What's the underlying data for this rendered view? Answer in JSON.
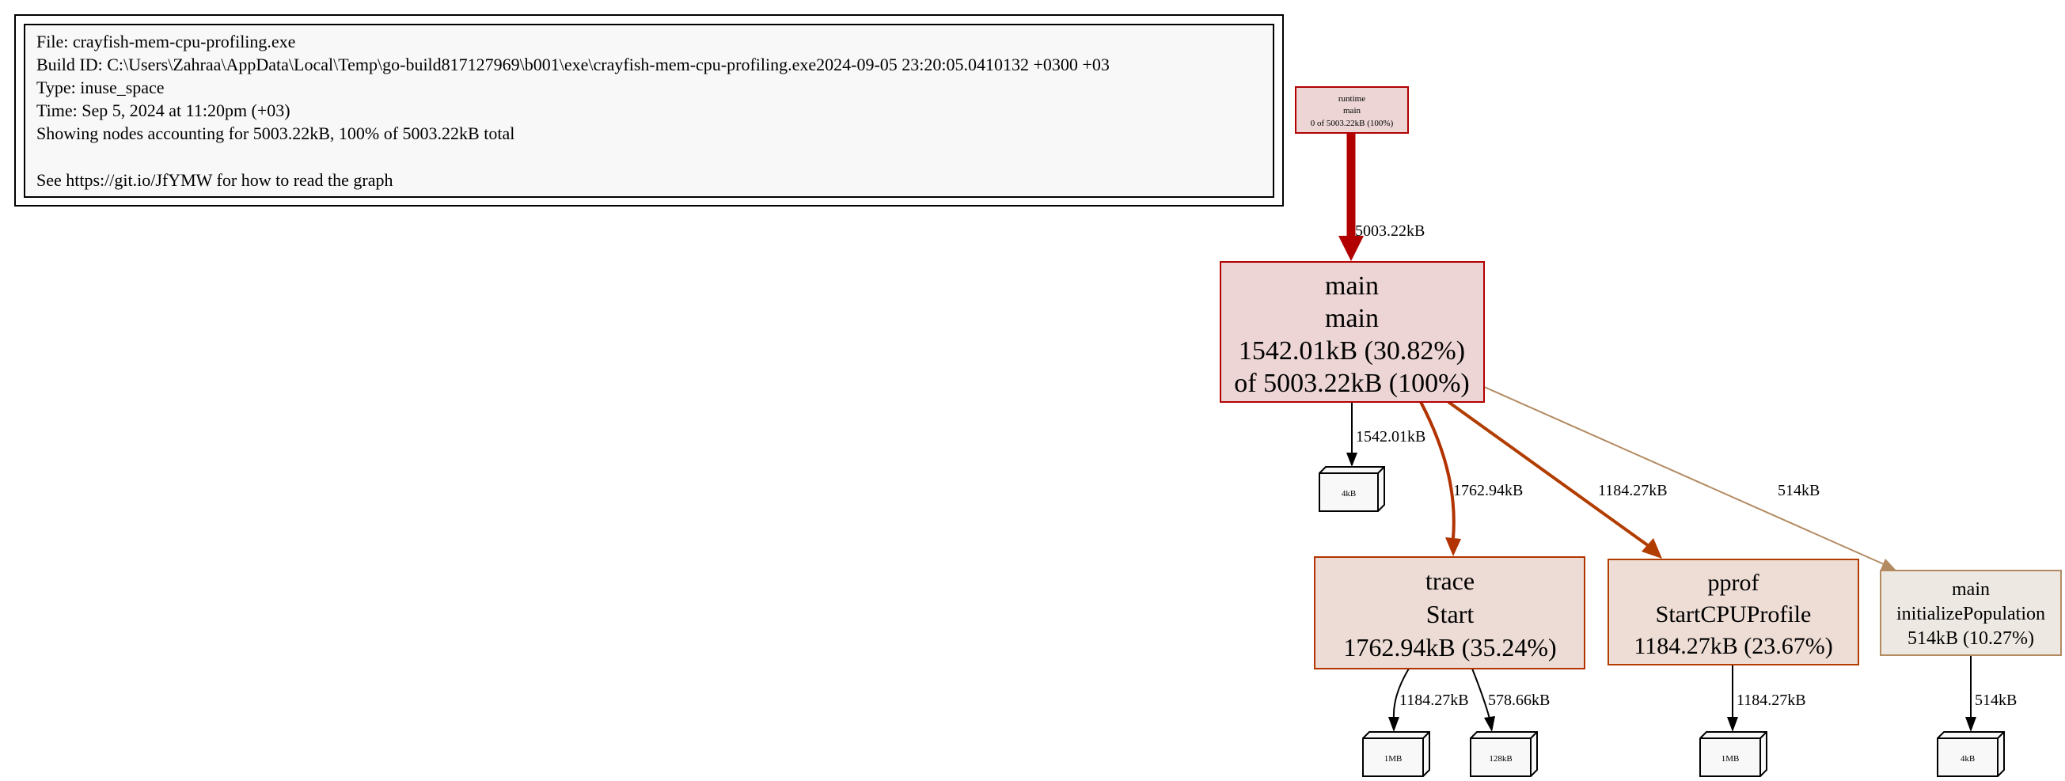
{
  "legend": {
    "file": "File: crayfish-mem-cpu-profiling.exe",
    "build_id": "Build ID: C:\\Users\\Zahraa\\AppData\\Local\\Temp\\go-build817127969\\b001\\exe\\crayfish-mem-cpu-profiling.exe2024-09-05 23:20:05.0410132 +0300 +03",
    "type": "Type: inuse_space",
    "time": "Time: Sep 5, 2024 at 11:20pm (+03)",
    "showing": "Showing nodes accounting for 5003.22kB, 100% of 5003.22kB total",
    "help": "See https://git.io/JfYMW for how to read the graph"
  },
  "nodes": {
    "runtime_main": {
      "lines": [
        "runtime",
        "main",
        "0 of 5003.22kB (100%)"
      ],
      "fill": "#edd5d5",
      "stroke": "#b20000"
    },
    "main_main": {
      "lines": [
        "main",
        "main",
        "1542.01kB (30.82%)",
        "of 5003.22kB (100%)"
      ],
      "fill": "#edd5d5",
      "stroke": "#b20000"
    },
    "trace_start": {
      "lines": [
        "trace",
        "Start",
        "1762.94kB (35.24%)"
      ],
      "fill": "#eddcd5",
      "stroke": "#b23200"
    },
    "pprof_start": {
      "lines": [
        "pprof",
        "StartCPUProfile",
        "1184.27kB (23.67%)"
      ],
      "fill": "#edddd5",
      "stroke": "#b23d00"
    },
    "main_init": {
      "lines": [
        "main",
        "initializePopulation",
        "514kB (10.27%)"
      ],
      "fill": "#ede8e2",
      "stroke": "#b28b62"
    }
  },
  "boxes": {
    "box_main": "4kB",
    "box_trace_1": "1MB",
    "box_trace_2": "128kB",
    "box_pprof": "1MB",
    "box_init": "4kB"
  },
  "edges": {
    "runtime_to_main": "5003.22kB",
    "main_to_box": "1542.01kB",
    "main_to_trace": "1762.94kB",
    "main_to_pprof": "1184.27kB",
    "main_to_init": "514kB",
    "trace_to_box1": "1184.27kB",
    "trace_to_box2": "578.66kB",
    "pprof_to_box": "1184.27kB",
    "init_to_box": "514kB"
  }
}
